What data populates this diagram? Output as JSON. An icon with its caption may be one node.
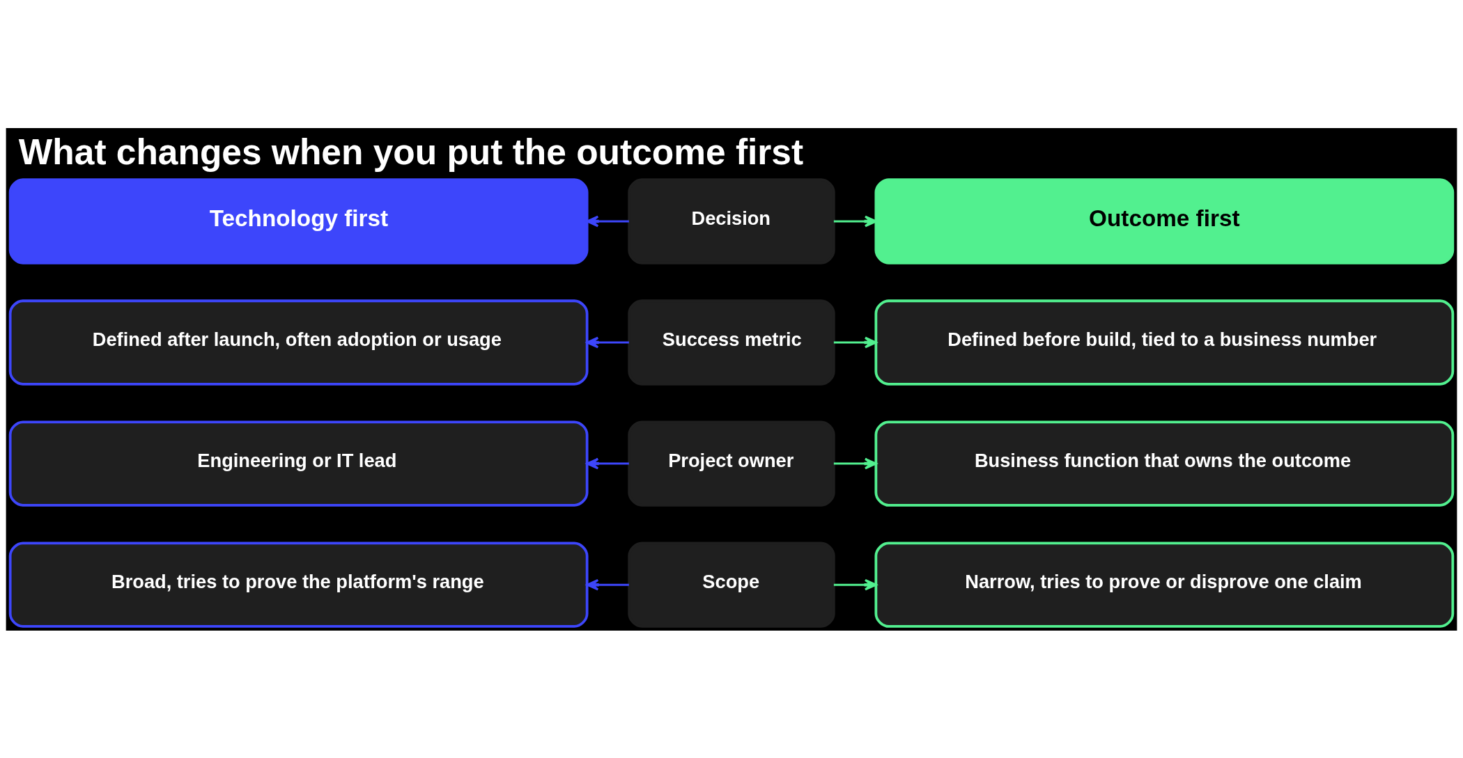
{
  "diagram": {
    "title": "What changes when you put the outcome first",
    "nodes": [
      {
        "text": [
          "Technology first"
        ]
      },
      {
        "text": [
          "Decision"
        ]
      },
      {
        "text": [
          "Outcome first"
        ]
      },
      {
        "text": [
          "Defined after launch, often adoption or usage"
        ]
      },
      {
        "text": [
          "Success metric"
        ]
      },
      {
        "text": [
          "Defined before build, tied to a business number"
        ]
      },
      {
        "text": [
          "Engineering or IT lead"
        ]
      },
      {
        "text": [
          "Project owner"
        ]
      },
      {
        "text": [
          "Business function that owns the outcome"
        ]
      },
      {
        "text": [
          "Broad, tries to prove the platform's range"
        ]
      },
      {
        "text": [
          "Scope"
        ]
      },
      {
        "text": [
          "Narrow, tries to prove or disprove one claim"
        ]
      }
    ],
    "edges": [
      {
        "from": 1,
        "to": 0,
        "arrow": "to",
        "color": "#3d46fb"
      },
      {
        "from": 1,
        "to": 2,
        "arrow": "to",
        "color": "#52f08f"
      },
      {
        "from": 4,
        "to": 3,
        "arrow": "to",
        "color": "#3d46fb"
      },
      {
        "from": 4,
        "to": 5,
        "arrow": "to",
        "color": "#52f08f"
      },
      {
        "from": 7,
        "to": 6,
        "arrow": "to",
        "color": "#3d46fb"
      },
      {
        "from": 7,
        "to": 8,
        "arrow": "to",
        "color": "#52f08f"
      },
      {
        "from": 10,
        "to": 9,
        "arrow": "to",
        "color": "#3d46fb"
      },
      {
        "from": 10,
        "to": 11,
        "arrow": "to",
        "color": "#52f08f"
      }
    ]
  }
}
